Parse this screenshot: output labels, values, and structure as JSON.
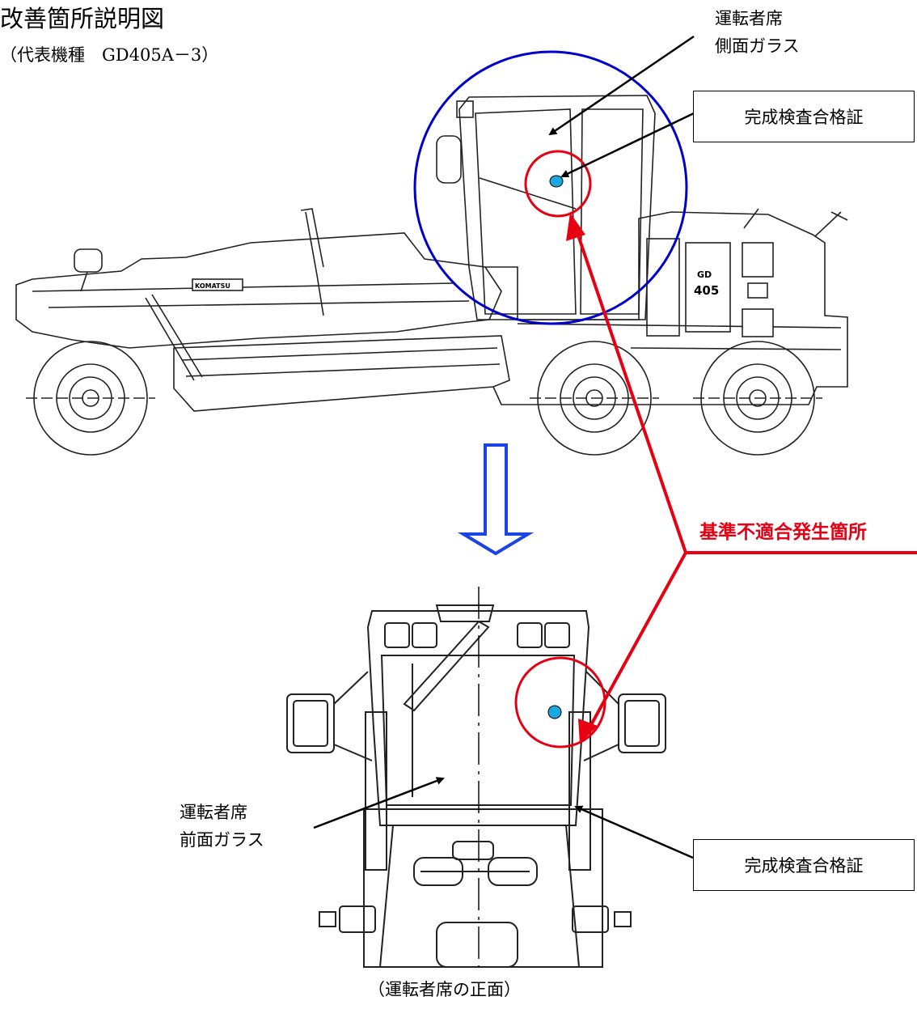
{
  "title": "改善箇所説明図",
  "subtitle": "（代表機種　GD405A－3）",
  "labels": {
    "side_glass_line1": "運転者席",
    "side_glass_line2": "側面ガラス",
    "front_glass_line1": "運転者席",
    "front_glass_line2": "前面ガラス",
    "inspection_cert_top": "完成検査合格証",
    "inspection_cert_bottom": "完成検査合格証",
    "nonconformity": "基準不適合発生箇所",
    "caption": "（運転者席の正面）"
  },
  "machine_text": {
    "brand": "KOMATSU",
    "model_line1": "GD",
    "model_line2": "405"
  },
  "colors": {
    "highlight_red": "#e60012",
    "zoom_blue": "#0000cc",
    "arrow_blue": "#1a44e6",
    "sticker_cyan": "#1aa8e0"
  }
}
